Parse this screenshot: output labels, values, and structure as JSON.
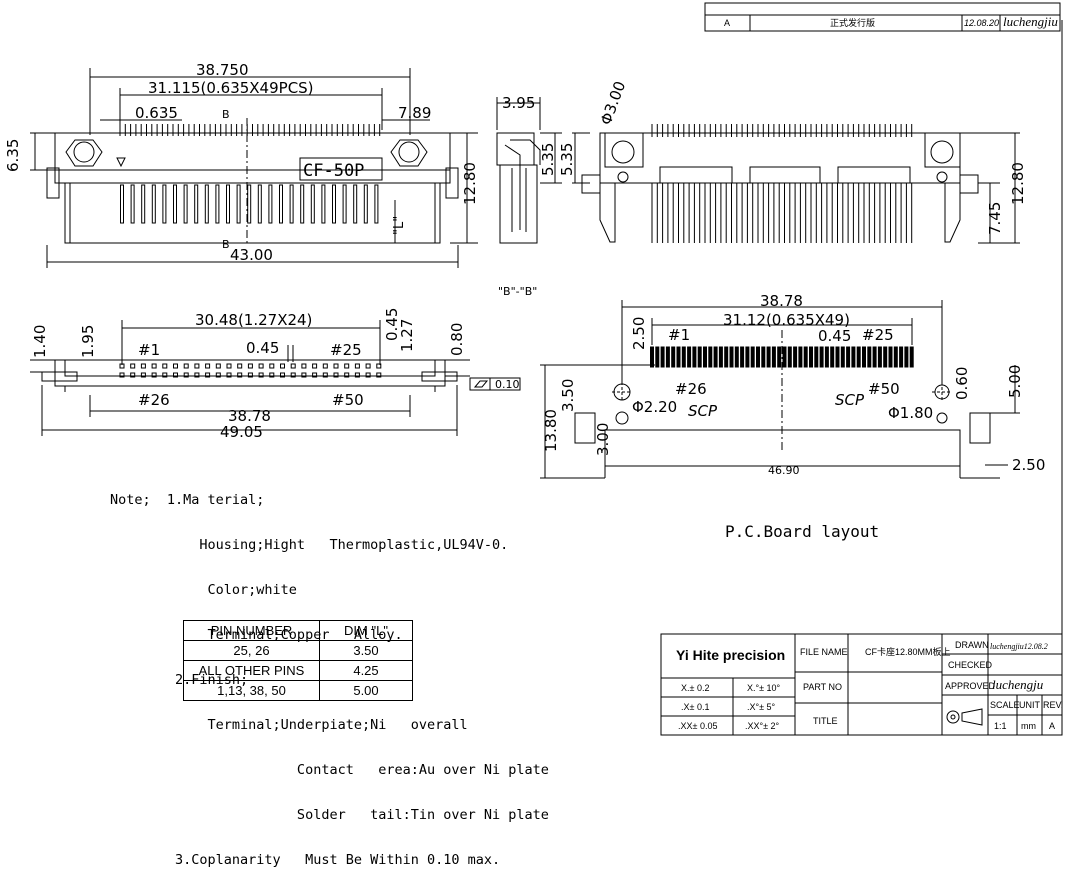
{
  "revision_block": {
    "rev": "A",
    "description": "正式发行版",
    "date": "12.08.20",
    "by": "luchengjiu"
  },
  "front_view": {
    "dims": {
      "overall_top": "38.750",
      "pitch_span": "31.115(0.635X49PCS)",
      "pitch": "0.635",
      "right_offset": "7.89",
      "left_height": "6.35",
      "right_height": "12.80",
      "bottom_width": "43.00",
      "section_mark": "B",
      "l_label": "\"L\""
    },
    "label": "CF-50P"
  },
  "side_view": {
    "top": "3.95",
    "h1": "5.35"
  },
  "rear_view": {
    "hole": "Φ3.00",
    "h1": "5.35",
    "h2": "7.45",
    "h3": "12.80"
  },
  "section_label": "\"B\"-\"B\"",
  "bottom_view": {
    "dims": {
      "pitch_span": "30.48(1.27X24)",
      "pitch": "0.45",
      "d1": "0.45",
      "d2": "1.27",
      "d3": "0.80",
      "left1": "1.40",
      "left2": "1.95",
      "inner_width": "38.78",
      "overall_width": "49.05",
      "flat": "0.10"
    },
    "pins": {
      "p1": "#1",
      "p25": "#25",
      "p26": "#26",
      "p50": "#50"
    }
  },
  "pcb": {
    "dims": {
      "overall": "38.78",
      "pitch_span": "31.12(0.635X49)",
      "pad_w": "0.45",
      "h250": "2.50",
      "h350": "3.50",
      "h1380": "13.80",
      "h300": "3.00",
      "hole1": "Φ2.20",
      "hole2": "Φ1.80",
      "h060": "0.60",
      "h500": "5.00",
      "w4690": "46.90",
      "w250": "2.50"
    },
    "pins": {
      "p1": "#1",
      "p25": "#25",
      "p26": "#26",
      "p50": "#50"
    },
    "scp": "SCP",
    "title": "P.C.Board  layout"
  },
  "notes": [
    "Note;  1.Ma terial;",
    "           Housing;Hight   Thermoplastic,UL94V-0.",
    "            Color;white",
    "            Terminal;Copper   Alloy.",
    "        2.Finish;",
    "            Terminal;Underpiate;Ni   overall",
    "                       Contact   erea:Au over Ni plate",
    "                       Solder   tail:Tin over Ni plate",
    "        3.Coplanarity   Must Be Within 0.10 max."
  ],
  "dim_table": {
    "headers": [
      "PIN NUMBER",
      "DIM \"L\""
    ],
    "rows": [
      [
        "25, 26",
        "3.50"
      ],
      [
        "ALL OTHER PINS",
        "4.25"
      ],
      [
        "1,13, 38, 50",
        "5.00"
      ]
    ]
  },
  "title_block": {
    "company": "Yi Hite precision",
    "tol": [
      [
        "X.± 0.2",
        "X.°± 10°"
      ],
      [
        ".X± 0.1",
        ".X°± 5°"
      ],
      [
        ".XX± 0.05",
        ".XX°± 2°"
      ]
    ],
    "file_name_label": "FILE NAME",
    "file_name": "CF卡座12.80MM板上",
    "part_no_label": "PART NO",
    "title_label": "TITLE",
    "drawn_label": "DRAWN",
    "drawn": "luchengjiu12.08.2",
    "checked_label": "CHECKED",
    "approved_label": "APPROVED",
    "approved": "luchengju",
    "scale_label": "SCALE",
    "unit_label": "UNIT",
    "rev_label": "REV.",
    "scale": "1:1",
    "unit": "mm",
    "rev": "A"
  }
}
